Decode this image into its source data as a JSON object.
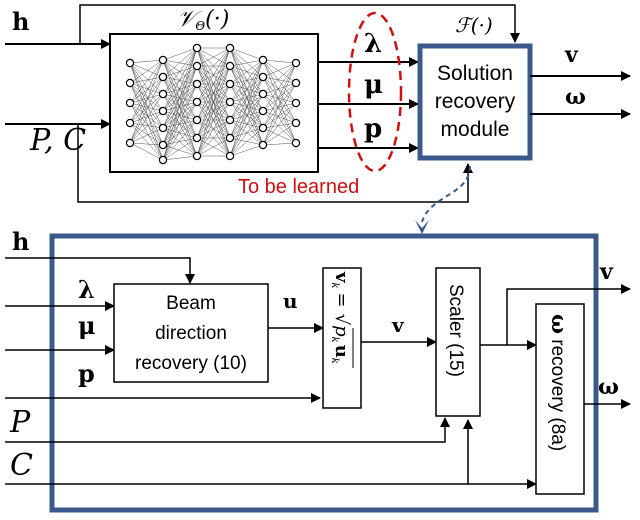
{
  "top": {
    "input_h": "h",
    "input_pc": "P, C",
    "nn_label": "𝒱",
    "nn_sub": "Θ",
    "nn_args": "(·)",
    "f_label": "ℱ(·)",
    "lambda": "λ",
    "mu": "μ",
    "p": "p",
    "solution_line1": "Solution",
    "solution_line2": "recovery",
    "solution_line3": "module",
    "out_v": "v",
    "out_w": "ω",
    "to_be_learned": "To be learned"
  },
  "bottom": {
    "in_h": "h",
    "in_lambda": "λ",
    "in_mu": "μ",
    "in_p": "p",
    "in_P": "P",
    "in_C": "C",
    "beam_line1": "Beam",
    "beam_line2": "direction",
    "beam_line3": "recovery (10)",
    "u_label": "u",
    "formula_v": "v",
    "formula_k1": "k",
    "formula_eq": "=",
    "formula_p": "p",
    "formula_k2": "k",
    "formula_u": "u",
    "formula_k3": "k",
    "v_label": "v",
    "scaler": "Scaler (15)",
    "omega_sym": "ω",
    "omega_text": " recovery (8a)",
    "out_v": "v",
    "out_w": "ω"
  }
}
